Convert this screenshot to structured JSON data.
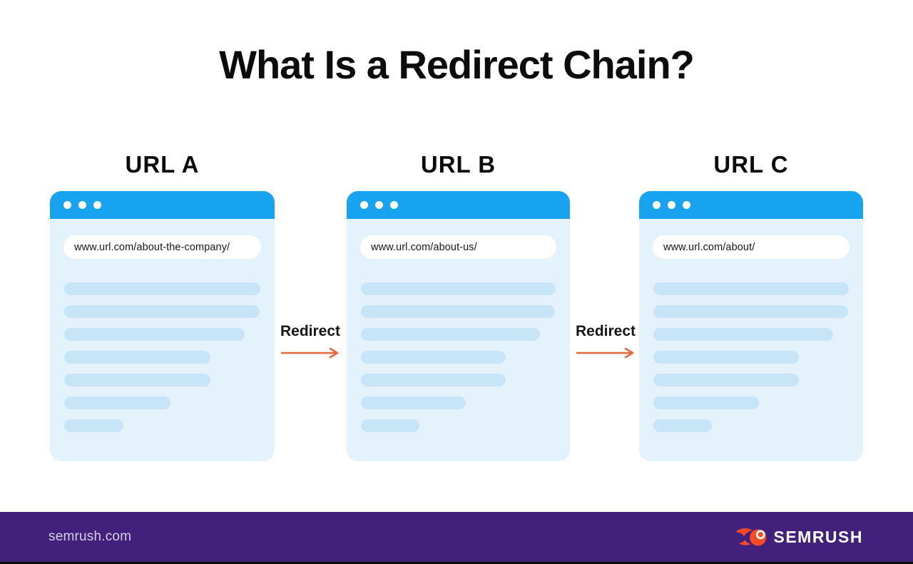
{
  "title": "What Is a Redirect Chain?",
  "browsers": [
    {
      "label": "URL A",
      "url": "www.url.com/about-the-company/"
    },
    {
      "label": "URL B",
      "url": "www.url.com/about-us/"
    },
    {
      "label": "URL C",
      "url": "www.url.com/about/"
    }
  ],
  "redirects": [
    {
      "label": "Redirect"
    },
    {
      "label": "Redirect"
    }
  ],
  "content_bar_widths_pct": [
    100,
    99.5,
    92,
    74.5,
    74.5,
    54,
    30
  ],
  "footer": {
    "site_label": "semrush.com",
    "brand": "SEMRUSH"
  },
  "colors": {
    "browser_bar_blue": "#17A3F0",
    "browser_body_blue": "#E4F2FB",
    "content_line_blue": "#C8E5F8",
    "arrow_orange": "#E5673C",
    "footer_purple": "#42217C",
    "logo_orange": "#FF4B24",
    "title_black": "#0C0C0C"
  }
}
